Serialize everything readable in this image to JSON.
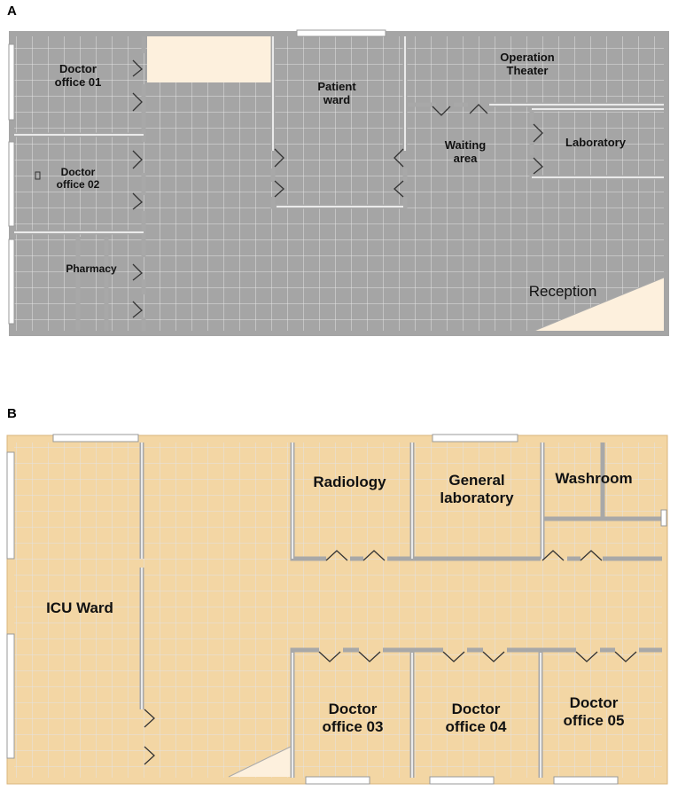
{
  "panel_a": {
    "letter": "A",
    "rooms": {
      "doctor_office_01": "Doctor\noffice 01",
      "doctor_office_02": "Doctor\noffice 02",
      "pharmacy": "Pharmacy",
      "patient_ward": "Patient\nward",
      "operation_theater": "Operation\nTheater",
      "waiting_area": "Waiting\narea",
      "laboratory": "Laboratory",
      "reception": "Reception"
    },
    "colors": {
      "outer_wall": "#9a9a9a",
      "wall": "#a8a8a8",
      "grid": "#e3e3e3",
      "highlight": "#fdf0dd"
    }
  },
  "panel_b": {
    "letter": "B",
    "rooms": {
      "icu_ward": "ICU Ward",
      "radiology": "Radiology",
      "general_laboratory": "General\nlaboratory",
      "washroom": "Washroom",
      "doctor_office_03": "Doctor\noffice 03",
      "doctor_office_04": "Doctor\noffice 04",
      "doctor_office_05": "Doctor\noffice 05"
    },
    "colors": {
      "outer_wall": "#f3d6a4",
      "wall": "#a8a8a8",
      "grid": "#e3e3e3",
      "highlight": "#fdf0dd"
    }
  }
}
